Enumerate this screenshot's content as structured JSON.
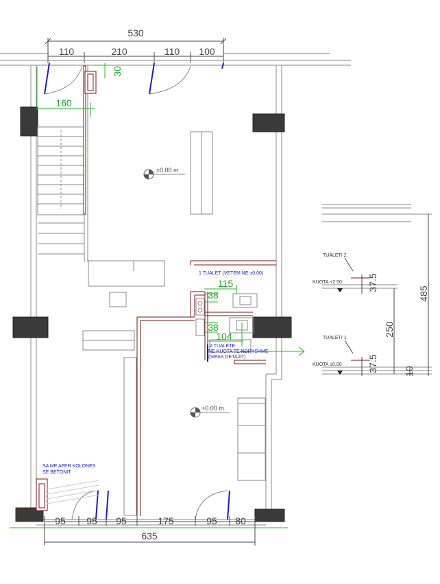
{
  "dimensions": {
    "top_total": "530",
    "top_segments": [
      "110",
      "210",
      "110",
      "100"
    ],
    "bottom_total": "635",
    "bottom_segments": [
      "95",
      "95",
      "95",
      "175",
      "95",
      "80"
    ]
  },
  "green_dims": {
    "d30": "30",
    "d160": "160",
    "d115": "115",
    "d38a": "38",
    "d38b": "38",
    "d104": "104"
  },
  "levels": {
    "upper_room": "±0.00 m",
    "lower_room": "+0.00 m"
  },
  "notes": {
    "tualet_1_line1": "1 TUALET (VETEM NE ±0.00)",
    "tualete_2_line1": "2 TUALETE",
    "tualete_2_line2": "NE KUOTA TE NDRYSHME",
    "tualete_2_line3": "(SIPAS DETAJIT)",
    "column_note_line1": "SA ME AFER KOLONES",
    "column_note_line2": "SE BETONIT"
  },
  "section": {
    "tualeti_2": "TUALETI 2",
    "tualeti_1": "TUALETI 1",
    "kuota_upper": "KUOTA +2.50",
    "kuota_lower": "KUOTA ±0.00",
    "d37_upper": "37.5",
    "d37_lower": "37.5",
    "d250": "250",
    "d485": "485",
    "d10": "10"
  },
  "colors": {
    "wall_red": "#7a1414",
    "dimension_green": "#22bb22",
    "door_blue": "#1a1acc",
    "column_dark": "#3a3a3a"
  }
}
